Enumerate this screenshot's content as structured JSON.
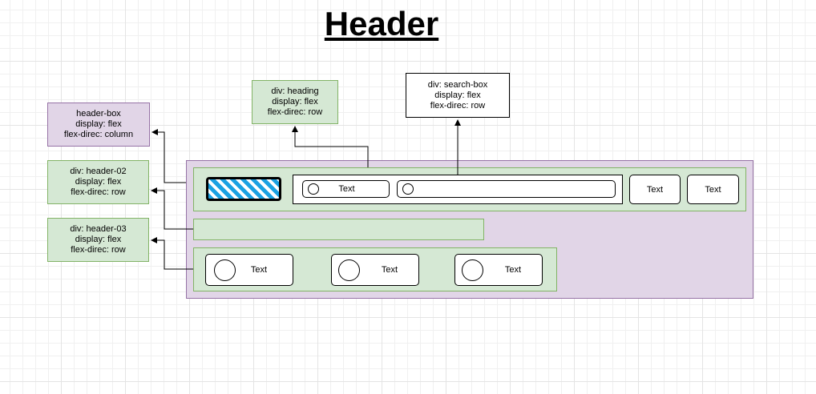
{
  "title": "Header",
  "labels": {
    "heading": [
      "div: heading",
      "display: flex",
      "flex-direc: row"
    ],
    "search_box": [
      "div: search-box",
      "display: flex",
      "flex-direc: row"
    ],
    "header_box": [
      "header-box",
      "display: flex",
      "flex-direc: column"
    ],
    "header_02": [
      "div: header-02",
      "display: flex",
      "flex-direc: row"
    ],
    "header_03": [
      "div: header-03",
      "display: flex",
      "flex-direc: row"
    ]
  },
  "row1": {
    "search_text": "Text",
    "button_1": "Text",
    "button_2": "Text"
  },
  "row3": {
    "items": [
      "Text",
      "Text",
      "Text"
    ]
  },
  "colors": {
    "purple_fill": "#e1d5e7",
    "purple_stroke": "#9673a6",
    "green_fill": "#d5e8d4",
    "green_stroke": "#82b366",
    "hatch_blue": "#1ba1e2"
  }
}
